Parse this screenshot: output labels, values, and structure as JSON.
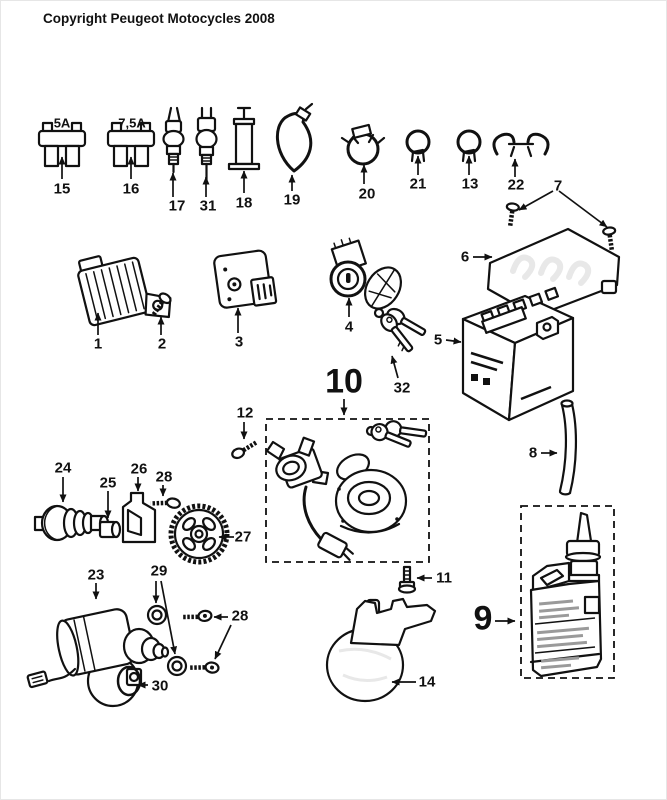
{
  "header": {
    "copyright": "Copyright Peugeot Motocycles 2008"
  },
  "parts": {
    "fuse_5a": {
      "number": "15",
      "rating": "5A"
    },
    "fuse_7_5a": {
      "number": "16",
      "rating": "7,5A"
    },
    "spark_plug": {
      "number": "17"
    },
    "glow_plug": {
      "number": "31"
    },
    "grease_tube": {
      "number": "18"
    },
    "cable_tie": {
      "number": "19"
    },
    "hose_clamp": {
      "number": "20"
    },
    "clip_small_a": {
      "number": "21"
    },
    "clip_small_b": {
      "number": "13"
    },
    "wire_clip": {
      "number": "22"
    },
    "cover_screws": {
      "number": "7"
    },
    "regulator": {
      "number": "1"
    },
    "regulator_screw": {
      "number": "2"
    },
    "relay": {
      "number": "3"
    },
    "ignition_lock": {
      "number": "4"
    },
    "spare_keys": {
      "number": "32"
    },
    "battery_cover": {
      "number": "6"
    },
    "battery": {
      "number": "5"
    },
    "breather_hose": {
      "number": "8"
    },
    "lock_set": {
      "number": "10"
    },
    "lock_screw": {
      "number": "12"
    },
    "cap_bolt": {
      "number": "11"
    },
    "starter_drive": {
      "number": "24"
    },
    "spacer": {
      "number": "25"
    },
    "drive_bracket": {
      "number": "26"
    },
    "bracket_screw": {
      "number": "28"
    },
    "starter_gear": {
      "number": "27"
    },
    "starter_motor": {
      "number": "23"
    },
    "starter_washers": {
      "number": "29"
    },
    "starter_screws": {
      "number": "28"
    },
    "o_ring": {
      "number": "30"
    },
    "battery_tray": {
      "number": "14"
    },
    "oil_kit": {
      "number": "9"
    }
  },
  "colors": {
    "ink": "#111111",
    "paper": "#ffffff"
  }
}
